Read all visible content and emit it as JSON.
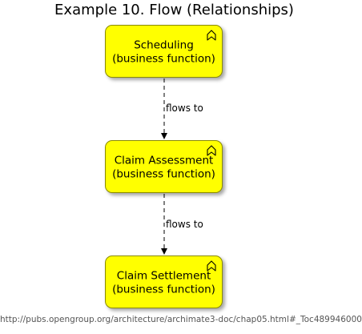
{
  "diagram": {
    "title": "Example 10. Flow (Relationships)",
    "nodes": [
      {
        "name": "Scheduling",
        "type": "(business function)",
        "icon": "business-function-icon"
      },
      {
        "name": "Claim Assessment",
        "type": "(business function)",
        "icon": "business-function-icon"
      },
      {
        "name": "Claim Settlement",
        "type": "(business function)",
        "icon": "business-function-icon"
      }
    ],
    "edges": [
      {
        "label": "flows to",
        "from": "Scheduling",
        "to": "Claim Assessment"
      },
      {
        "label": "flows to",
        "from": "Claim Assessment",
        "to": "Claim Settlement"
      }
    ],
    "footer": "http://pubs.opengroup.org/architecture/archimate3-doc/chap05.html#_Toc489946000",
    "colors": {
      "node_fill": "#ffff00",
      "node_border": "#8a8a00",
      "edge": "#000000"
    }
  }
}
